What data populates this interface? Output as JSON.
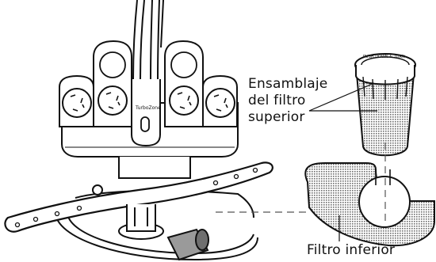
{
  "labels": {
    "upper_filter": [
      "Ensamblaje",
      "del filtro",
      "superior"
    ],
    "lower_filter": "Filtro inferior"
  },
  "inscriptions": {
    "manifold_brand": "TurboZone",
    "upper_filter_rim": "PUSH DOWN & TURN"
  },
  "colors": {
    "line": "#111111",
    "mesh": "#8a8a8a",
    "background": "#ffffff"
  }
}
